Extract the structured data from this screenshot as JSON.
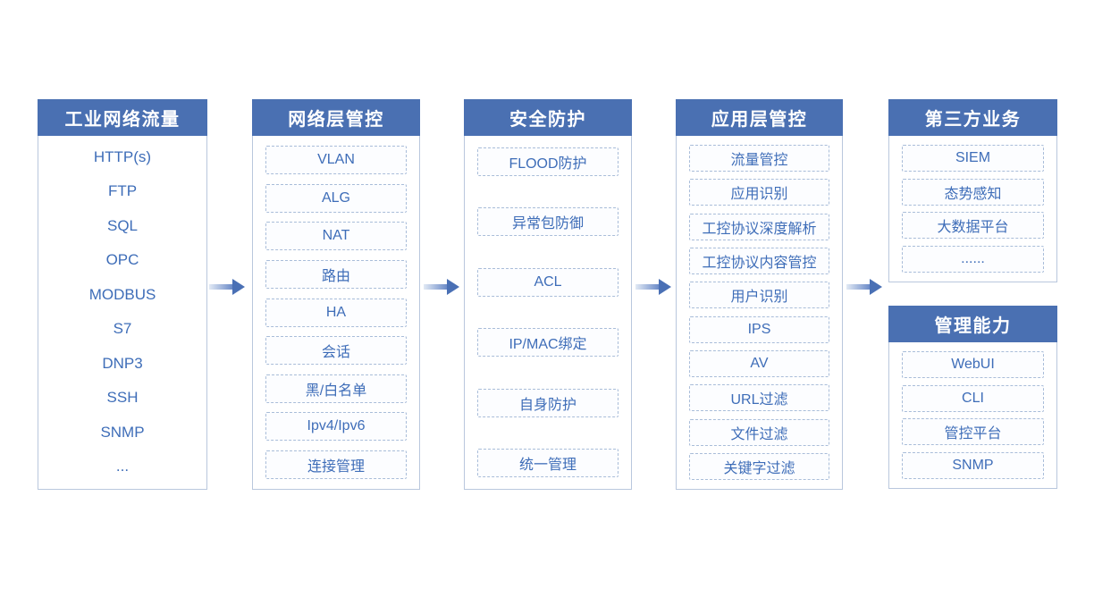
{
  "diagram": {
    "columns": [
      {
        "id": "industrial-traffic",
        "title": "工业网络流量",
        "item_style": "plain",
        "items": [
          "HTTP(s)",
          "FTP",
          "SQL",
          "OPC",
          "MODBUS",
          "S7",
          "DNP3",
          "SSH",
          "SNMP",
          "..."
        ]
      },
      {
        "id": "network-layer-control",
        "title": "网络层管控",
        "item_style": "dashed",
        "items": [
          "VLAN",
          "ALG",
          "NAT",
          "路由",
          "HA",
          "会话",
          "黑/白名单",
          "Ipv4/Ipv6",
          "连接管理"
        ]
      },
      {
        "id": "security-protection",
        "title": "安全防护",
        "item_style": "dashed",
        "items": [
          "FLOOD防护",
          "异常包防御",
          "ACL",
          "IP/MAC绑定",
          "自身防护",
          "统一管理"
        ]
      },
      {
        "id": "application-layer-control",
        "title": "应用层管控",
        "item_style": "dashed",
        "items": [
          "流量管控",
          "应用识别",
          "工控协议深度解析",
          "工控协议内容管控",
          "用户识别",
          "IPS",
          "AV",
          "URL过滤",
          "文件过滤",
          "关键字过滤"
        ]
      },
      {
        "id": "third-party-services",
        "title": "第三方业务",
        "item_style": "dashed",
        "items": [
          "SIEM",
          "态势感知",
          "大数据平台",
          "......"
        ]
      },
      {
        "id": "management-capability",
        "title": "管理能力",
        "item_style": "dashed",
        "items": [
          "WebUI",
          "CLI",
          "管控平台",
          "SNMP"
        ]
      }
    ],
    "colors": {
      "header_bg": "#4a70b2",
      "header_text": "#ffffff",
      "item_text": "#3e6db8",
      "box_border": "#b9c7dd",
      "dashed_border": "#a9bdd9",
      "arrow_dark": "#4a70b5",
      "arrow_light": "#e2eaf5"
    }
  }
}
